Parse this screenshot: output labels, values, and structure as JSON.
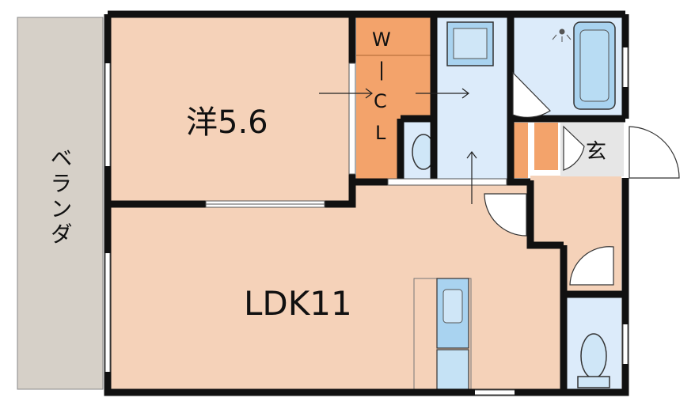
{
  "rooms": {
    "western_room": "洋5.6",
    "ldk": "LDK11",
    "balcony": "ベランダ",
    "entrance": "玄",
    "wic_w": "W",
    "wic_bar": "|",
    "wic_c": "C",
    "wic_l": "L"
  },
  "colors": {
    "wall": "#111111",
    "floor_wood": "#f5d2b9",
    "closet_orange": "#f3a36b",
    "wet_area": "#dcebfa",
    "fixture_blue": "#a9d3f0",
    "balcony_gray": "#d6d0c8",
    "entrance_gray": "#e6e6e6"
  }
}
